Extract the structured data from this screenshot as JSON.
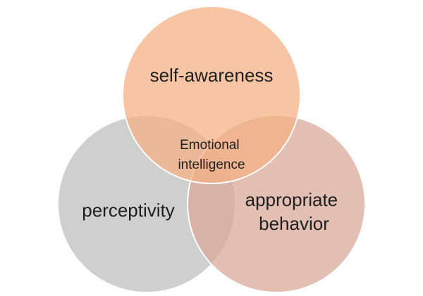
{
  "diagram": {
    "type": "venn",
    "circles": [
      {
        "id": "self-awareness",
        "label_lines": [
          "self-awareness"
        ],
        "color": "#F4B184",
        "opacity": 0.75
      },
      {
        "id": "perceptivity",
        "label_lines": [
          "perceptivity"
        ],
        "color": "#BFBFBF",
        "opacity": 0.75
      },
      {
        "id": "appropriate-behavior",
        "label_lines": [
          "appropriate",
          "behavior"
        ],
        "color": "#D8A89A",
        "opacity": 0.75
      }
    ],
    "center_label_lines": [
      "Emotional",
      "intelligence"
    ]
  }
}
